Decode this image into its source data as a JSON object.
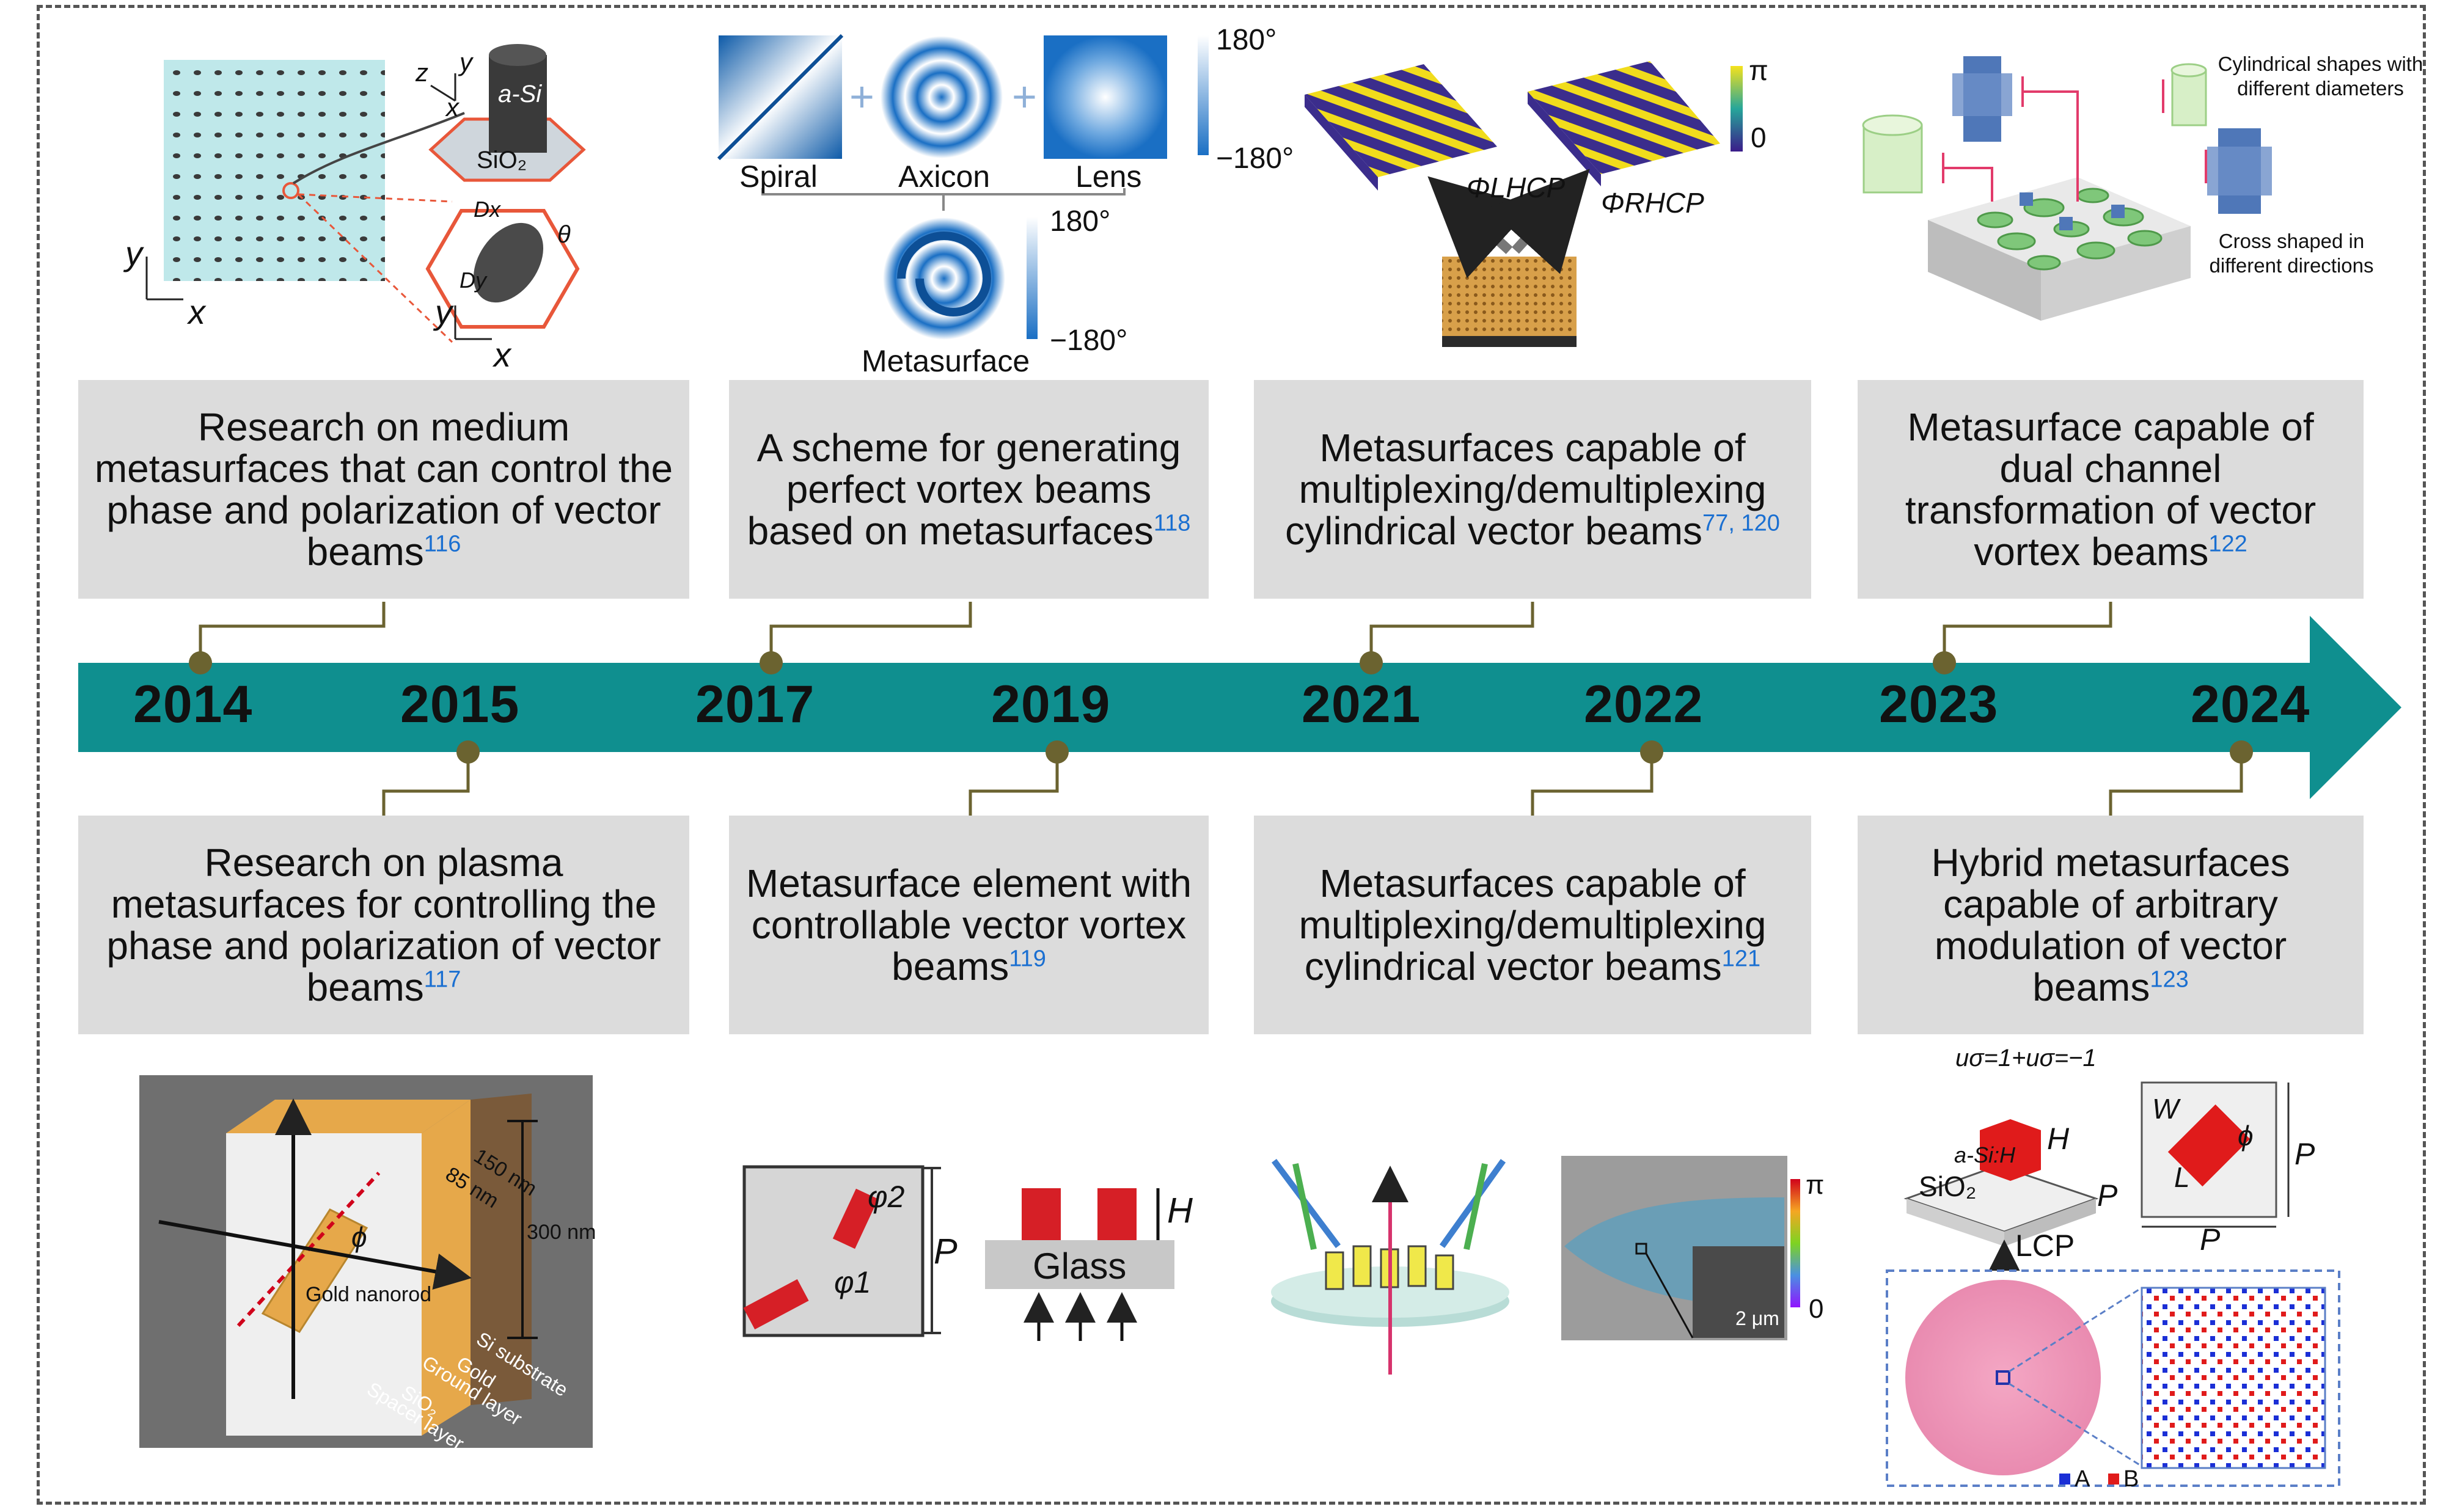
{
  "timeline": {
    "years": [
      "2014",
      "2015",
      "2017",
      "2019",
      "2021",
      "2022",
      "2023",
      "2024"
    ],
    "arrow_color": "#0f8f8f",
    "node_color": "#6b6330"
  },
  "top_boxes": [
    {
      "text": "Research on medium metasurfaces that can control the phase and polarization of vector beams",
      "ref": "116"
    },
    {
      "text": "A scheme for generating perfect vortex beams based on metasurfaces",
      "ref": "118"
    },
    {
      "text": "Metasurfaces capable of multiplexing/demultiplexing cylindrical vector beams",
      "ref": "77, 120"
    },
    {
      "text": "Metasurface capable of dual channel transformation of vector vortex beams",
      "ref": "122"
    }
  ],
  "bottom_boxes": [
    {
      "text": "Research on plasma metasurfaces for controlling the phase and polarization of vector beams",
      "ref": "117"
    },
    {
      "text": "Metasurface element with controllable vector vortex beams",
      "ref": "119"
    },
    {
      "text": "Metasurfaces capable of multiplexing/demultiplexing cylindrical vector beams",
      "ref": "121"
    },
    {
      "text": "Hybrid metasurfaces capable of arbitrary modulation of vector beams",
      "ref": "123"
    }
  ],
  "fig2014": {
    "a_si": "a-Si",
    "sio2": "SiO₂",
    "dx": "Dx",
    "dy": "Dy",
    "theta": "θ",
    "x": "x",
    "y": "y",
    "z": "z"
  },
  "fig2017": {
    "spiral": "Spiral",
    "axicon": "Axicon",
    "lens": "Lens",
    "metasurface": "Metasurface",
    "max": "180°",
    "min": "−180°",
    "plus": "+"
  },
  "fig2021": {
    "lhcp": "ΦLHCP",
    "rhcp": "ΦRHCP",
    "pi": "π",
    "zero": "0"
  },
  "fig2023": {
    "cyl_label": "Cylindrical shapes with different diameters",
    "cross_label": "Cross shaped in different directions"
  },
  "fig2015": {
    "d150": "150 nm",
    "d85": "85 nm",
    "d300": "300 nm",
    "phi": "ϕ",
    "nanorod": "Gold nanorod",
    "si": "Si substrate",
    "gold": "Gold",
    "ground": "Ground layer",
    "sio2": "SiO₂",
    "spacer": "Spacer layer"
  },
  "fig2019": {
    "phi1": "φ1",
    "phi2": "φ2",
    "p": "P",
    "h": "H",
    "glass": "Glass"
  },
  "fig2022": {
    "pi": "π",
    "zero": "0",
    "scale": "2 μm"
  },
  "fig2024": {
    "u": "uσ=1+uσ=−1",
    "h": "H",
    "asih": "a-Si:H",
    "sio2": "SiO₂",
    "p": "P",
    "lcp": "LCP",
    "w": "W",
    "l": "L",
    "phi": "ϕ",
    "a": "A",
    "b": "B"
  }
}
